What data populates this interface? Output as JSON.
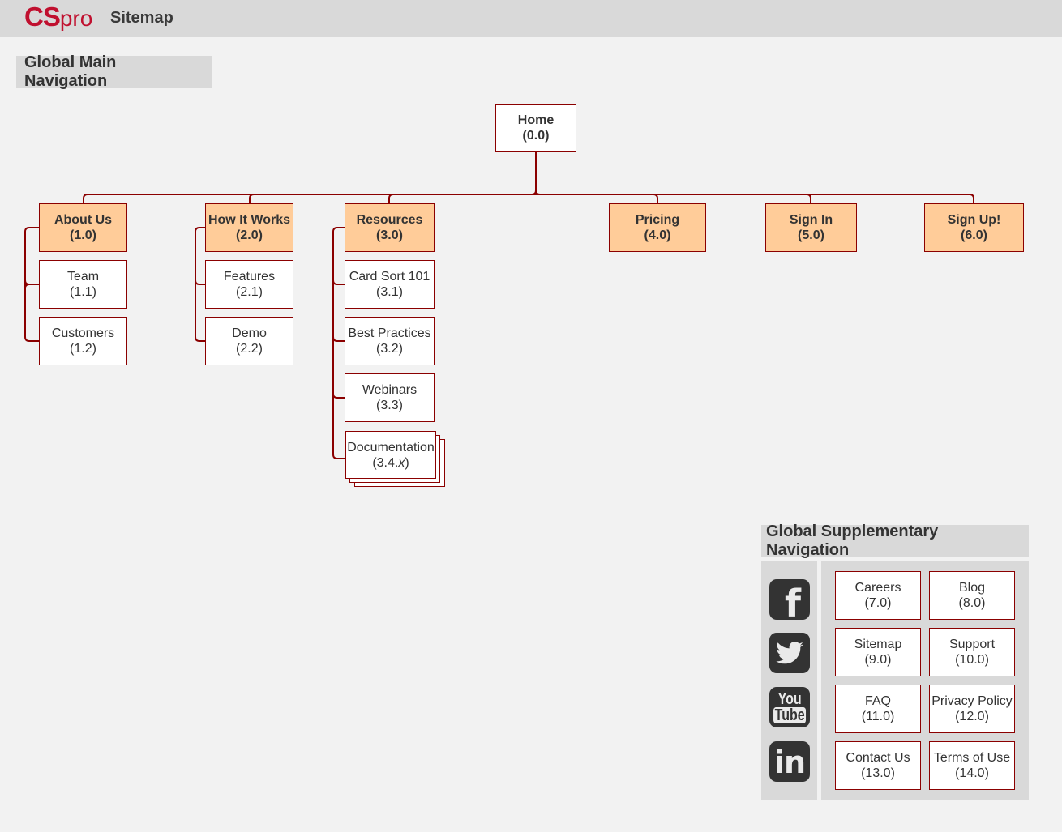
{
  "header": {
    "logo_cs": "CS",
    "logo_pro": "pro",
    "title": "Sitemap"
  },
  "main_nav": {
    "label": "Global Main Navigation",
    "home": {
      "label": "Home",
      "id": "(0.0)"
    },
    "sections": [
      {
        "label": "About Us",
        "id": "(1.0)",
        "children": [
          {
            "label": "Team",
            "id": "(1.1)"
          },
          {
            "label": "Customers",
            "id": "(1.2)"
          }
        ]
      },
      {
        "label": "How It Works",
        "id": "(2.0)",
        "children": [
          {
            "label": "Features",
            "id": "(2.1)"
          },
          {
            "label": "Demo",
            "id": "(2.2)"
          }
        ]
      },
      {
        "label": "Resources",
        "id": "(3.0)",
        "children": [
          {
            "label": "Card Sort 101",
            "id": "(3.1)"
          },
          {
            "label": "Best Practices",
            "id": "(3.2)"
          },
          {
            "label": "Webinars",
            "id": "(3.3)"
          },
          {
            "label": "Documentation",
            "id_prefix": "(3.4.",
            "id_var": "x",
            "id_suffix": ")"
          }
        ]
      },
      {
        "label": "Pricing",
        "id": "(4.0)",
        "children": []
      },
      {
        "label": "Sign In",
        "id": "(5.0)",
        "children": []
      },
      {
        "label": "Sign Up!",
        "id": "(6.0)",
        "children": []
      }
    ]
  },
  "supplementary_nav": {
    "label": "Global Supplementary Navigation",
    "social": [
      {
        "name": "facebook-icon",
        "glyph": "f"
      },
      {
        "name": "twitter-icon",
        "glyph": "🐦"
      },
      {
        "name": "youtube-icon",
        "glyph_top": "You",
        "glyph_bottom": "Tube"
      },
      {
        "name": "linkedin-icon",
        "glyph": "in"
      }
    ],
    "links": [
      {
        "label": "Careers",
        "id": "(7.0)"
      },
      {
        "label": "Blog",
        "id": "(8.0)"
      },
      {
        "label": "Sitemap",
        "id": "(9.0)"
      },
      {
        "label": "Support",
        "id": "(10.0)"
      },
      {
        "label": "FAQ",
        "id": "(11.0)"
      },
      {
        "label": "Privacy Policy",
        "id": "(12.0)"
      },
      {
        "label": "Contact Us",
        "id": "(13.0)"
      },
      {
        "label": "Terms of Use",
        "id": "(14.0)"
      }
    ]
  },
  "colors": {
    "connector": "#8b0000",
    "primary_fill": "#ffcc99",
    "brand": "#c0102f"
  }
}
